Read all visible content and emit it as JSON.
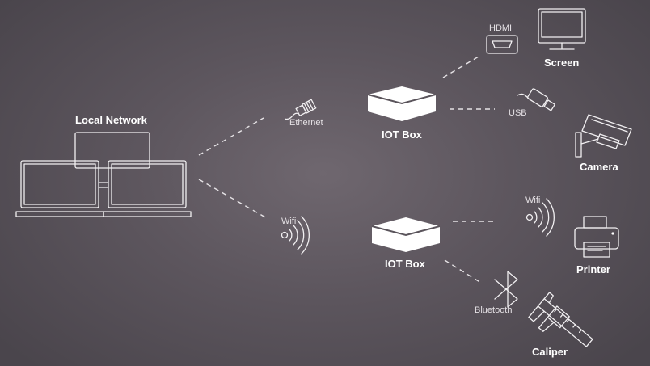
{
  "labels": {
    "local_network": "Local Network",
    "ethernet": "Ethernet",
    "wifi_left": "Wifi",
    "iot_box_top": "IOT Box",
    "iot_box_bottom": "IOT Box",
    "hdmi": "HDMI",
    "usb": "USB",
    "wifi_right": "Wifi",
    "bluetooth": "Bluetooth",
    "screen": "Screen",
    "camera": "Camera",
    "printer": "Printer",
    "caliper": "Caliper"
  },
  "icons": {
    "laptops": "laptops-icon",
    "ethernet": "ethernet-plug-icon",
    "wifi": "wifi-signal-icon",
    "iot_box": "iot-box-icon",
    "hdmi": "hdmi-port-icon",
    "usb": "usb-plug-icon",
    "bluetooth": "bluetooth-icon",
    "screen": "monitor-icon",
    "camera": "security-camera-icon",
    "printer": "printer-icon",
    "caliper": "caliper-icon"
  },
  "colors": {
    "background": "#5d565e",
    "line": "#f2f0f2",
    "text": "#ffffff"
  }
}
